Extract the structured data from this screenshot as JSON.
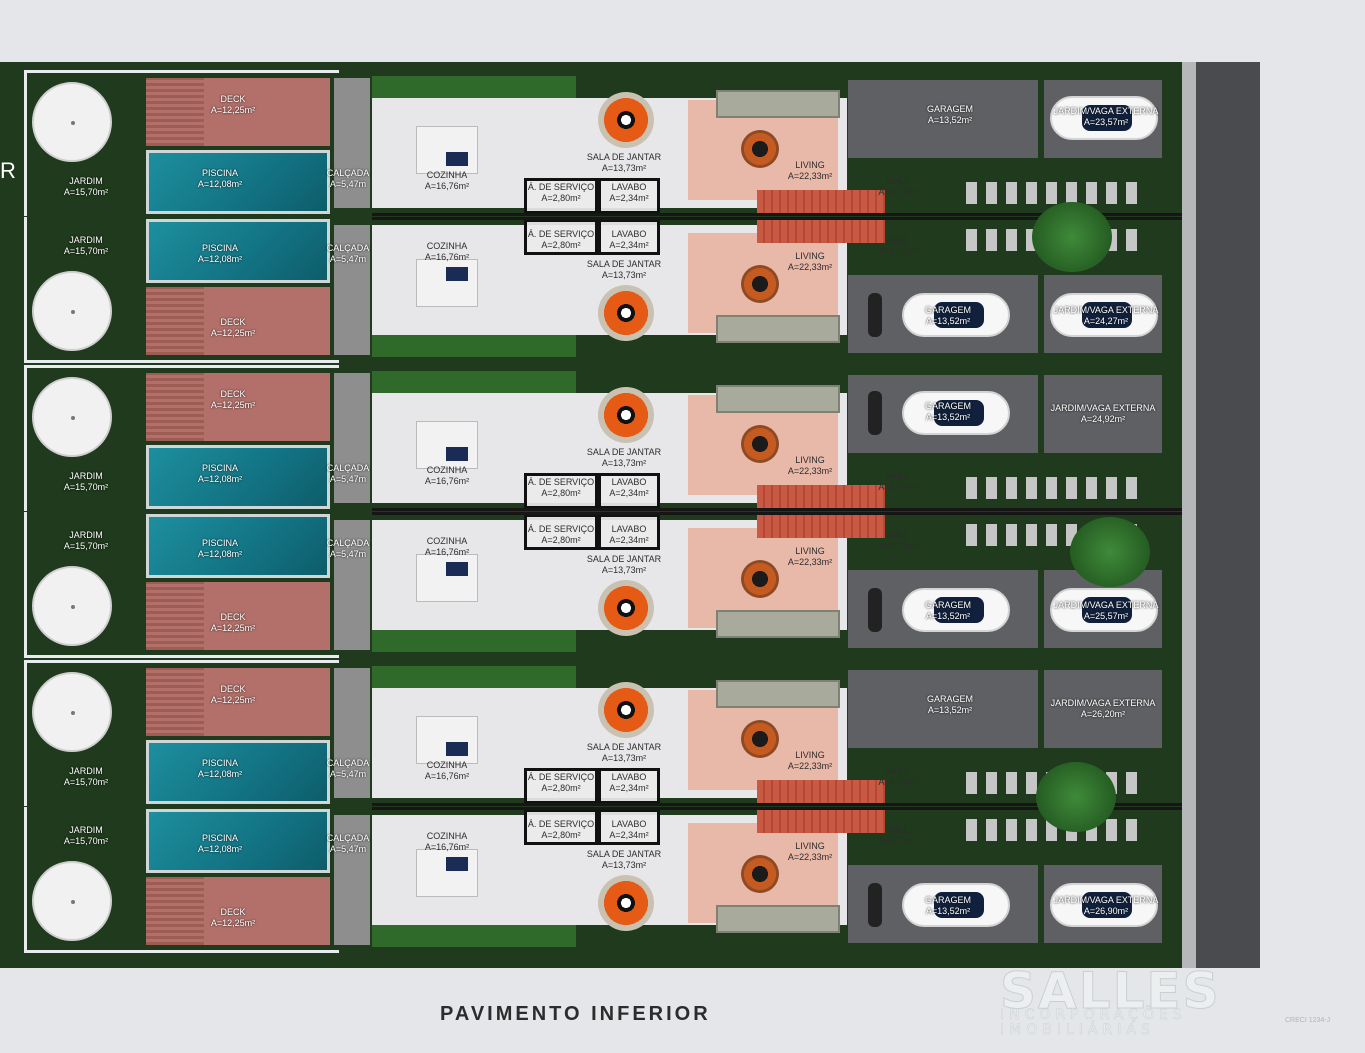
{
  "title": "PAVIMENTO INFERIOR",
  "logo": {
    "name": "SALLES",
    "sub_line1": "INCORPORAÇÕES",
    "sub_line2": "IMOBILIÁRIAS",
    "creci": "CRECI 1234-J"
  },
  "edge_letter": "R",
  "colors": {
    "pool": "#127282",
    "deck": "#b3706a",
    "roof": "#c85a45",
    "garage": "#5f6063",
    "lawn": "#1f3a1c",
    "dining_accent": "#e55a14"
  },
  "units": [
    {
      "orientation": "top",
      "jardim": [
        "JARDIM",
        "A=15,70m²"
      ],
      "deck": [
        "DECK",
        "A=12,25m²"
      ],
      "piscina": [
        "PISCINA",
        "A=12,08m²"
      ],
      "calcada": [
        "CALÇADA",
        "A=5,47m"
      ],
      "cozinha": [
        "COZINHA",
        "A=16,76m²"
      ],
      "sala": [
        "SALA DE JANTAR",
        "A=13,73m²"
      ],
      "servico": [
        "Á. DE SERVIÇO",
        "A=2,80m²"
      ],
      "lavabo": [
        "LAVABO",
        "A=2,34m²"
      ],
      "living": [
        "LIVING",
        "A=22,33m²"
      ],
      "hall": [
        "HALL",
        "A=4,77m²"
      ],
      "garagem": [
        "GARAGEM",
        "A=13,52m²"
      ],
      "externa": [
        "JARDIM/VAGA EXTERNA",
        "A=23,57m²"
      ]
    },
    {
      "orientation": "bottom",
      "jardim": [
        "JARDIM",
        "A=15,70m²"
      ],
      "deck": [
        "DECK",
        "A=12,25m²"
      ],
      "piscina": [
        "PISCINA",
        "A=12,08m²"
      ],
      "calcada": [
        "CALÇADA",
        "A=5,47m"
      ],
      "cozinha": [
        "COZINHA",
        "A=16,76m²"
      ],
      "sala": [
        "SALA DE JANTAR",
        "A=13,73m²"
      ],
      "servico": [
        "Á. DE SERVIÇO",
        "A=2,80m²"
      ],
      "lavabo": [
        "LAVABO",
        "A=2,34m²"
      ],
      "living": [
        "LIVING",
        "A=22,33m²"
      ],
      "hall": [
        "HALL",
        "A=4,77m²"
      ],
      "garagem": [
        "GARAGEM",
        "A=13,52m²"
      ],
      "externa": [
        "JARDIM/VAGA EXTERNA",
        "A=24,27m²"
      ]
    },
    {
      "orientation": "top",
      "jardim": [
        "JARDIM",
        "A=15,70m²"
      ],
      "deck": [
        "DECK",
        "A=12,25m²"
      ],
      "piscina": [
        "PISCINA",
        "A=12,08m²"
      ],
      "calcada": [
        "CALÇADA",
        "A=5,47m"
      ],
      "cozinha": [
        "COZINHA",
        "A=16,76m²"
      ],
      "sala": [
        "SALA DE JANTAR",
        "A=13,73m²"
      ],
      "servico": [
        "Á. DE SERVIÇO",
        "A=2,80m²"
      ],
      "lavabo": [
        "LAVABO",
        "A=2,34m²"
      ],
      "living": [
        "LIVING",
        "A=22,33m²"
      ],
      "hall": [
        "HALL",
        "A=4,77m²"
      ],
      "garagem": [
        "GARAGEM",
        "A=13,52m²"
      ],
      "externa": [
        "JARDIM/VAGA EXTERNA",
        "A=24,92m²"
      ]
    },
    {
      "orientation": "bottom",
      "jardim": [
        "JARDIM",
        "A=15,70m²"
      ],
      "deck": [
        "DECK",
        "A=12,25m²"
      ],
      "piscina": [
        "PISCINA",
        "A=12,08m²"
      ],
      "calcada": [
        "CALÇADA",
        "A=5,47m"
      ],
      "cozinha": [
        "COZINHA",
        "A=16,76m²"
      ],
      "sala": [
        "SALA DE JANTAR",
        "A=13,73m²"
      ],
      "servico": [
        "Á. DE SERVIÇO",
        "A=2,80m²"
      ],
      "lavabo": [
        "LAVABO",
        "A=2,34m²"
      ],
      "living": [
        "LIVING",
        "A=22,33m²"
      ],
      "hall": [
        "HALL",
        "A=4,77m²"
      ],
      "garagem": [
        "GARAGEM",
        "A=13,52m²"
      ],
      "externa": [
        "JARDIM/VAGA EXTERNA",
        "A=25,57m²"
      ]
    },
    {
      "orientation": "top",
      "jardim": [
        "JARDIM",
        "A=15,70m²"
      ],
      "deck": [
        "DECK",
        "A=12,25m²"
      ],
      "piscina": [
        "PISCINA",
        "A=12,08m²"
      ],
      "calcada": [
        "CALÇADA",
        "A=5,47m"
      ],
      "cozinha": [
        "COZINHA",
        "A=16,76m²"
      ],
      "sala": [
        "SALA DE JANTAR",
        "A=13,73m²"
      ],
      "servico": [
        "Á. DE SERVIÇO",
        "A=2,80m²"
      ],
      "lavabo": [
        "LAVABO",
        "A=2,34m²"
      ],
      "living": [
        "LIVING",
        "A=22,33m²"
      ],
      "hall": [
        "HALL",
        "A=4,77m²"
      ],
      "garagem": [
        "GARAGEM",
        "A=13,52m²"
      ],
      "externa": [
        "JARDIM/VAGA EXTERNA",
        "A=26,20m²"
      ]
    },
    {
      "orientation": "bottom",
      "jardim": [
        "JARDIM",
        "A=15,70m²"
      ],
      "deck": [
        "DECK",
        "A=12,25m²"
      ],
      "piscina": [
        "PISCINA",
        "A=12,08m²"
      ],
      "calcada": [
        "CALÇADA",
        "A=5,47m"
      ],
      "cozinha": [
        "COZINHA",
        "A=16,76m²"
      ],
      "sala": [
        "SALA DE JANTAR",
        "A=13,73m²"
      ],
      "servico": [
        "Á. DE SERVIÇO",
        "A=2,80m²"
      ],
      "lavabo": [
        "LAVABO",
        "A=2,34m²"
      ],
      "living": [
        "LIVING",
        "A=22,33m²"
      ],
      "hall": [
        "HALL",
        "A=4,77m²"
      ],
      "garagem": [
        "GARAGEM",
        "A=13,52m²"
      ],
      "externa": [
        "JARDIM/VAGA EXTERNA",
        "A=26,90m²"
      ]
    }
  ]
}
